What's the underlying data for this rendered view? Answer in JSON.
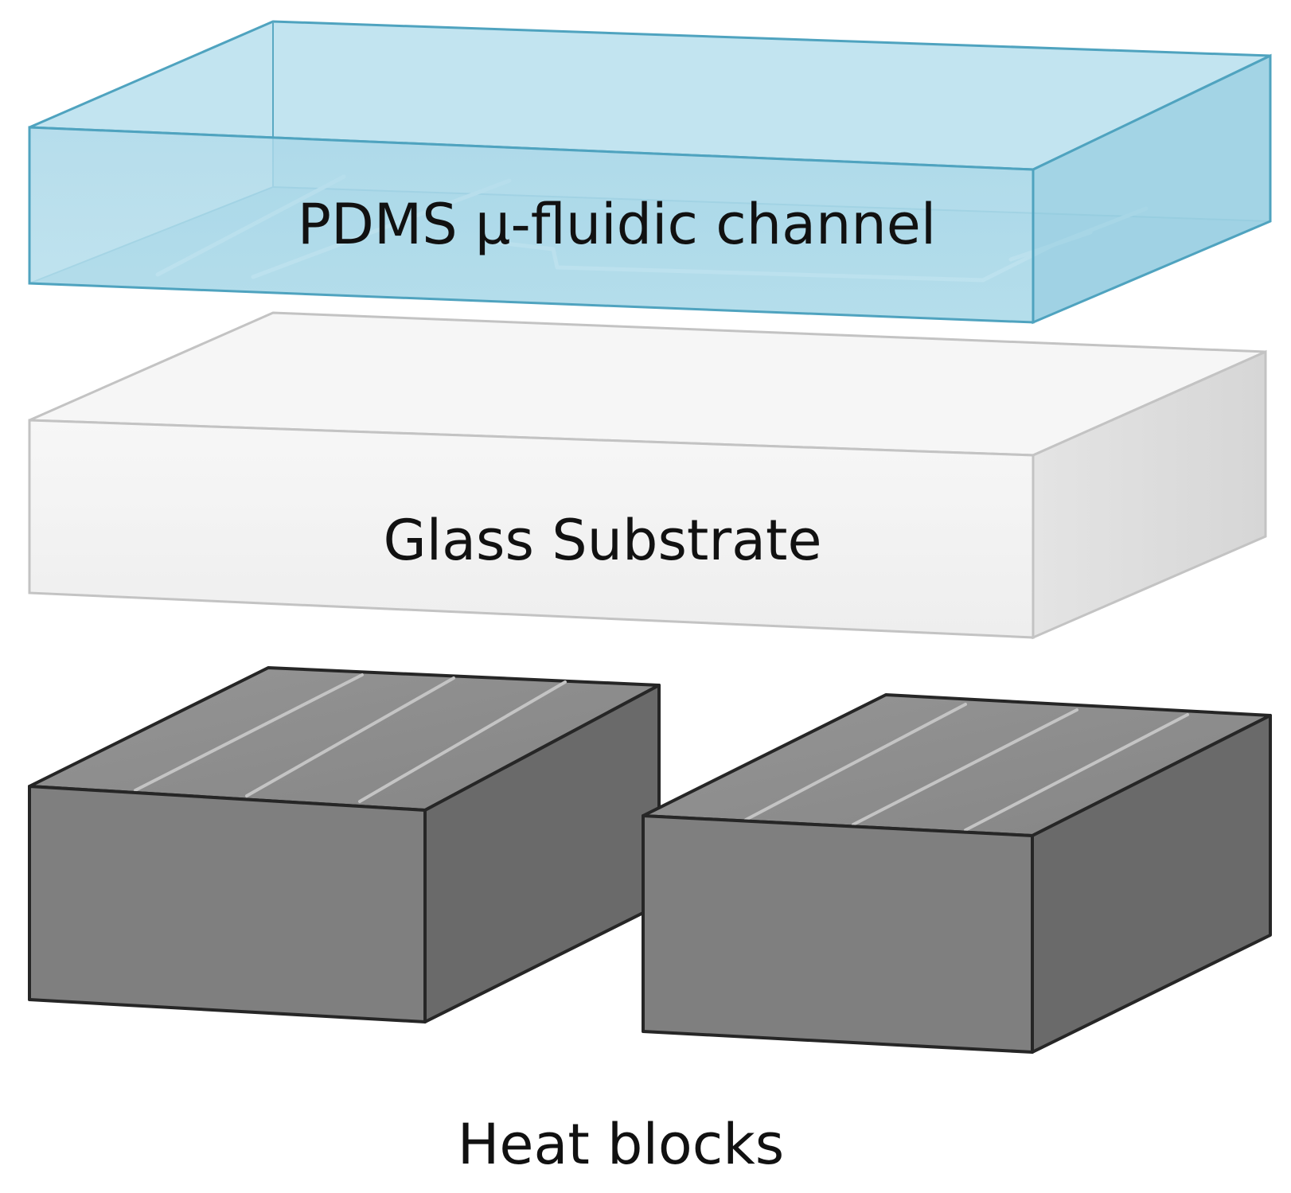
{
  "layers": {
    "pdms": {
      "label": "PDMS μ-fluidic channel"
    },
    "glass": {
      "label": "Glass Substrate"
    },
    "heat": {
      "label": "Heat blocks"
    }
  },
  "colors": {
    "pdms_fill": "#bfe3ef",
    "pdms_edge": "#4fa3bf",
    "glass_fill": "#f3f3f3",
    "glass_edge": "#c3c3c3",
    "block_top": "#8c8c8c",
    "block_front": "#7f7f7f",
    "block_side": "#6a6a6a",
    "block_edge": "#262626"
  },
  "icons": [
    "pdms-microfluidic-chip",
    "glass-substrate-slab",
    "heat-block"
  ]
}
